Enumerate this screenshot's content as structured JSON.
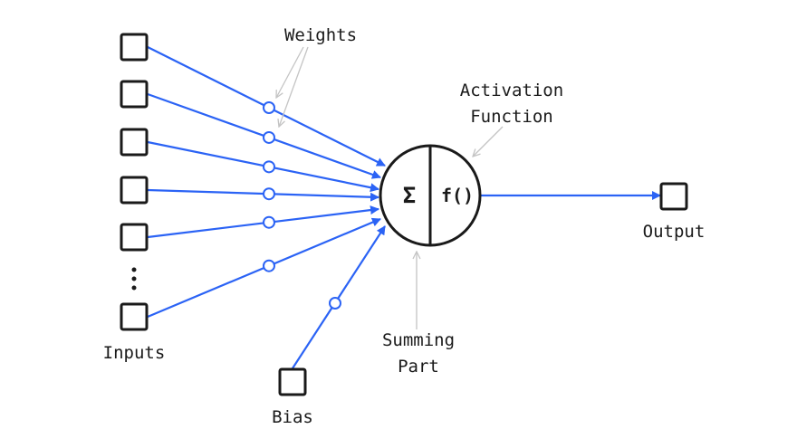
{
  "labels": {
    "weights": "Weights",
    "activation_line1": "Activation",
    "activation_line2": "Function",
    "summing_line1": "Summing",
    "summing_line2": "Part",
    "inputs": "Inputs",
    "bias": "Bias",
    "output": "Output",
    "sum_symbol": "Σ",
    "function_symbol": "f()"
  },
  "colors": {
    "connection": "#2b63f5",
    "annotation_arrow": "#c4c4c4",
    "stroke": "#1a1a1a"
  }
}
